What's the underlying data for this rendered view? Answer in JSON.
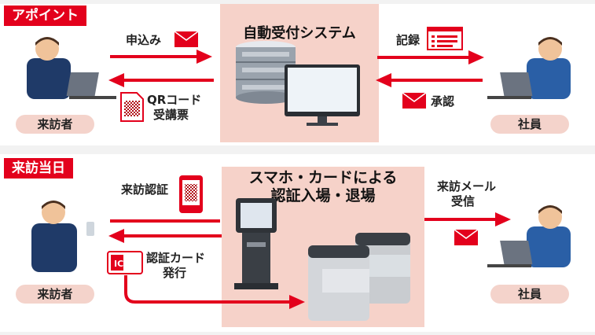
{
  "colors": {
    "accent": "#e3001c",
    "highlight": "#f6d2c9",
    "pill": "#f4d3cb",
    "panel": "#ffffff",
    "background": "#f2f2f2"
  },
  "appointment": {
    "tag": "アポイント",
    "system_title": "自動受付システム",
    "visitor_label": "来訪者",
    "employee_label": "社員",
    "apply_label": "申込み",
    "record_label": "記録",
    "qr_label_line1": "QRコード",
    "qr_label_line2": "受講票",
    "approve_label": "承認",
    "icons": [
      "mail-icon",
      "document-icon",
      "qr-code-icon",
      "server-icon",
      "monitor-icon",
      "person-laptop-icon"
    ]
  },
  "visit_day": {
    "tag": "来訪当日",
    "title_line1": "スマホ・カードによる",
    "title_line2": "認証入場・退場",
    "auth_label": "来訪認証",
    "card_label_line1": "認証カード",
    "card_label_line2": "発行",
    "mail_label_line1": "来訪メール",
    "mail_label_line2": "受信",
    "visitor_label": "来訪者",
    "employee_label": "社員",
    "ic_text": "IC",
    "icons": [
      "smartphone-qr-icon",
      "ic-card-icon",
      "kiosk-icon",
      "gate-icon",
      "mail-icon",
      "person-phone-icon",
      "person-laptop-icon"
    ]
  }
}
